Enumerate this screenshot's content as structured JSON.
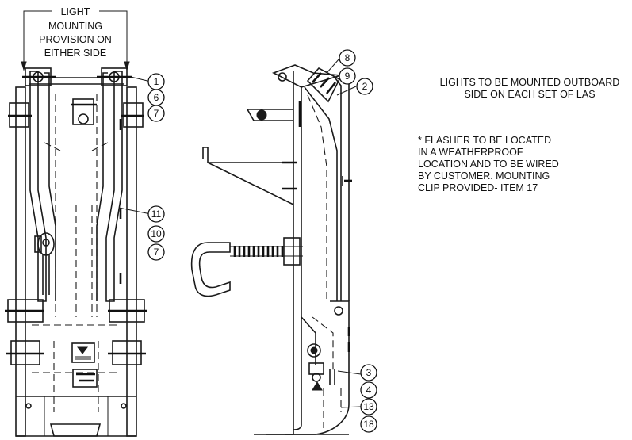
{
  "title_block": {
    "light_provision": [
      "LIGHT",
      "MOUNTING",
      "PROVISION ON",
      "EITHER SIDE"
    ]
  },
  "notes": {
    "mounting_note": [
      "LIGHTS TO BE MOUNTED OUTBOARD",
      "SIDE ON EACH SET OF LAS"
    ],
    "flasher_note": [
      "* FLASHER TO BE LOCATED",
      "IN A WEATHERPROOF",
      "LOCATION AND TO BE WIRED",
      "BY CUSTOMER. MOUNTING",
      "CLIP PROVIDED- ITEM 17"
    ]
  },
  "callouts": {
    "front_view": [
      "1",
      "6",
      "7",
      "11",
      "10",
      "7"
    ],
    "side_view": [
      "8",
      "9",
      "2",
      "3",
      "4",
      "13",
      "18"
    ]
  },
  "colors": {
    "line": "#1a1a1a",
    "background": "#ffffff"
  }
}
